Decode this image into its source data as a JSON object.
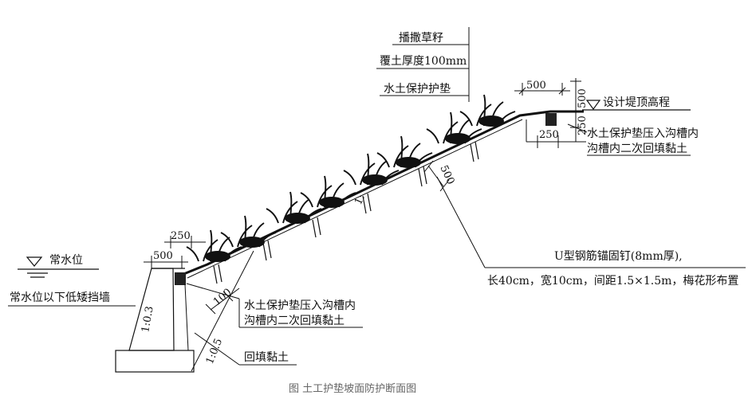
{
  "labels": {
    "seed": "播撒草籽",
    "soil_cover": "覆土厚度100mm",
    "mat": "水土保护护垫",
    "design_crest": "设计堤顶高程",
    "top_trench_1": "水土保护垫压入沟槽内",
    "top_trench_2": "沟槽内二次回填黏土",
    "anchor_1": "U型钢筋锚固钉(8mm厚),",
    "anchor_2": "长40cm，宽10cm，间距1.5×1.5m，梅花形布置",
    "normal_water": "常水位",
    "low_wall": "常水位以下低矮挡墙",
    "bottom_trench_1": "水土保护垫压入沟槽内",
    "bottom_trench_2": "沟槽内二次回填黏土",
    "backfill": "回填黏土",
    "caption": "图 土工护垫坡面防护断面图"
  },
  "dimensions": {
    "top_width": "500",
    "top_height": "500",
    "top_trench_depth": "250",
    "top_trench_width": "250",
    "slope_anchor": "500",
    "bottom_width": "500",
    "bottom_trench": "250",
    "bottom_depth": "100"
  },
  "slopes": {
    "main": "1:",
    "wall": "1:0.3",
    "backfill": "1:0.5"
  }
}
